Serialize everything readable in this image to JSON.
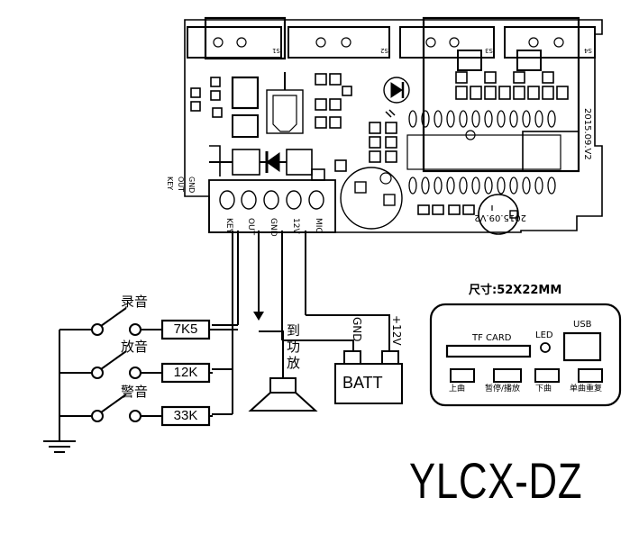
{
  "pcb": {
    "date_marking": "2015.09.V2",
    "date_marking_mirror": "2015.09.V2",
    "switch_labels": [
      "S1",
      "S2",
      "S3",
      "S4"
    ],
    "left_pin_labels": [
      "KEY",
      "OUT",
      "GND"
    ],
    "connector_pins": [
      "KEY",
      "OUT",
      "GND",
      "12V",
      "MIC"
    ]
  },
  "switches": [
    {
      "label": "录音",
      "resistor": "7K5"
    },
    {
      "label": "放音",
      "resistor": "12K"
    },
    {
      "label": "警音",
      "resistor": "33K"
    }
  ],
  "speaker_label": [
    "到",
    "功",
    "放"
  ],
  "battery": {
    "label": "BATT",
    "gnd_label": "GND",
    "plus_label": "+12V"
  },
  "module": {
    "size_title": "尺寸:52X22MM",
    "tf_card": "TF CARD",
    "led": "LED",
    "usb": "USB",
    "buttons": [
      "上曲",
      "暂停/播放",
      "下曲",
      "单曲重复"
    ]
  },
  "model": "YLCX-DZ"
}
